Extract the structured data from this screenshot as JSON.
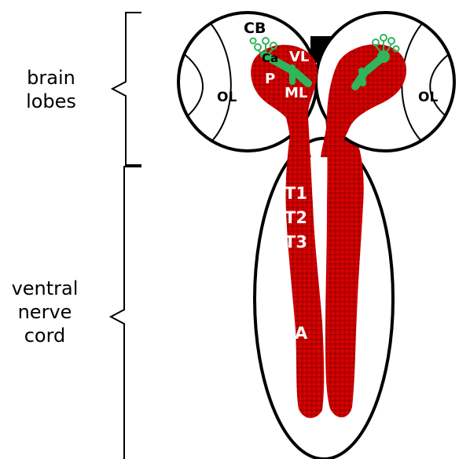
{
  "regions": {
    "brain": {
      "line1": "brain",
      "line2": "lobes"
    },
    "vnc": {
      "line1": "ventral",
      "line2": "nerve",
      "line3": "cord"
    }
  },
  "annotations": {
    "cb": "CB",
    "ca": "Ca",
    "vl": "VL",
    "p": "P",
    "ml": "ML",
    "ol_left": "OL",
    "ol_right": "OL",
    "t1": "T1",
    "t2": "T2",
    "t3": "T3",
    "a": "A"
  },
  "colors": {
    "tissue": "#d40000",
    "tissue_dark": "#8a0000",
    "mushroom_body": "#2fb55a",
    "outline": "#000000"
  }
}
